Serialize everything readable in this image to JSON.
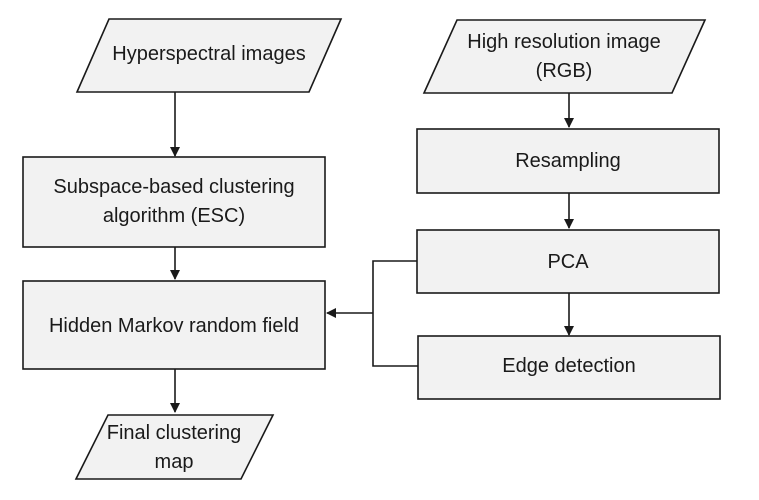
{
  "diagram": {
    "nodes": {
      "hyperspectral": {
        "lines": [
          "Hyperspectral images"
        ]
      },
      "highres": {
        "lines": [
          "High resolution image",
          "(RGB)"
        ]
      },
      "resampling": {
        "lines": [
          "Resampling"
        ]
      },
      "esc": {
        "lines": [
          "Subspace-based clustering",
          "algorithm (ESC)"
        ]
      },
      "pca": {
        "lines": [
          "PCA"
        ]
      },
      "hmrf": {
        "lines": [
          "Hidden Markov random field"
        ]
      },
      "edge": {
        "lines": [
          "Edge detection"
        ]
      },
      "final": {
        "lines": [
          "Final clustering",
          "map"
        ]
      }
    },
    "edges": [
      {
        "from": "hyperspectral",
        "to": "esc"
      },
      {
        "from": "esc",
        "to": "hmrf"
      },
      {
        "from": "hmrf",
        "to": "final"
      },
      {
        "from": "highres",
        "to": "resampling"
      },
      {
        "from": "resampling",
        "to": "pca"
      },
      {
        "from": "pca",
        "to": "edge"
      },
      {
        "from": "pca",
        "to": "hmrf"
      },
      {
        "from": "edge",
        "to": "hmrf"
      }
    ]
  }
}
